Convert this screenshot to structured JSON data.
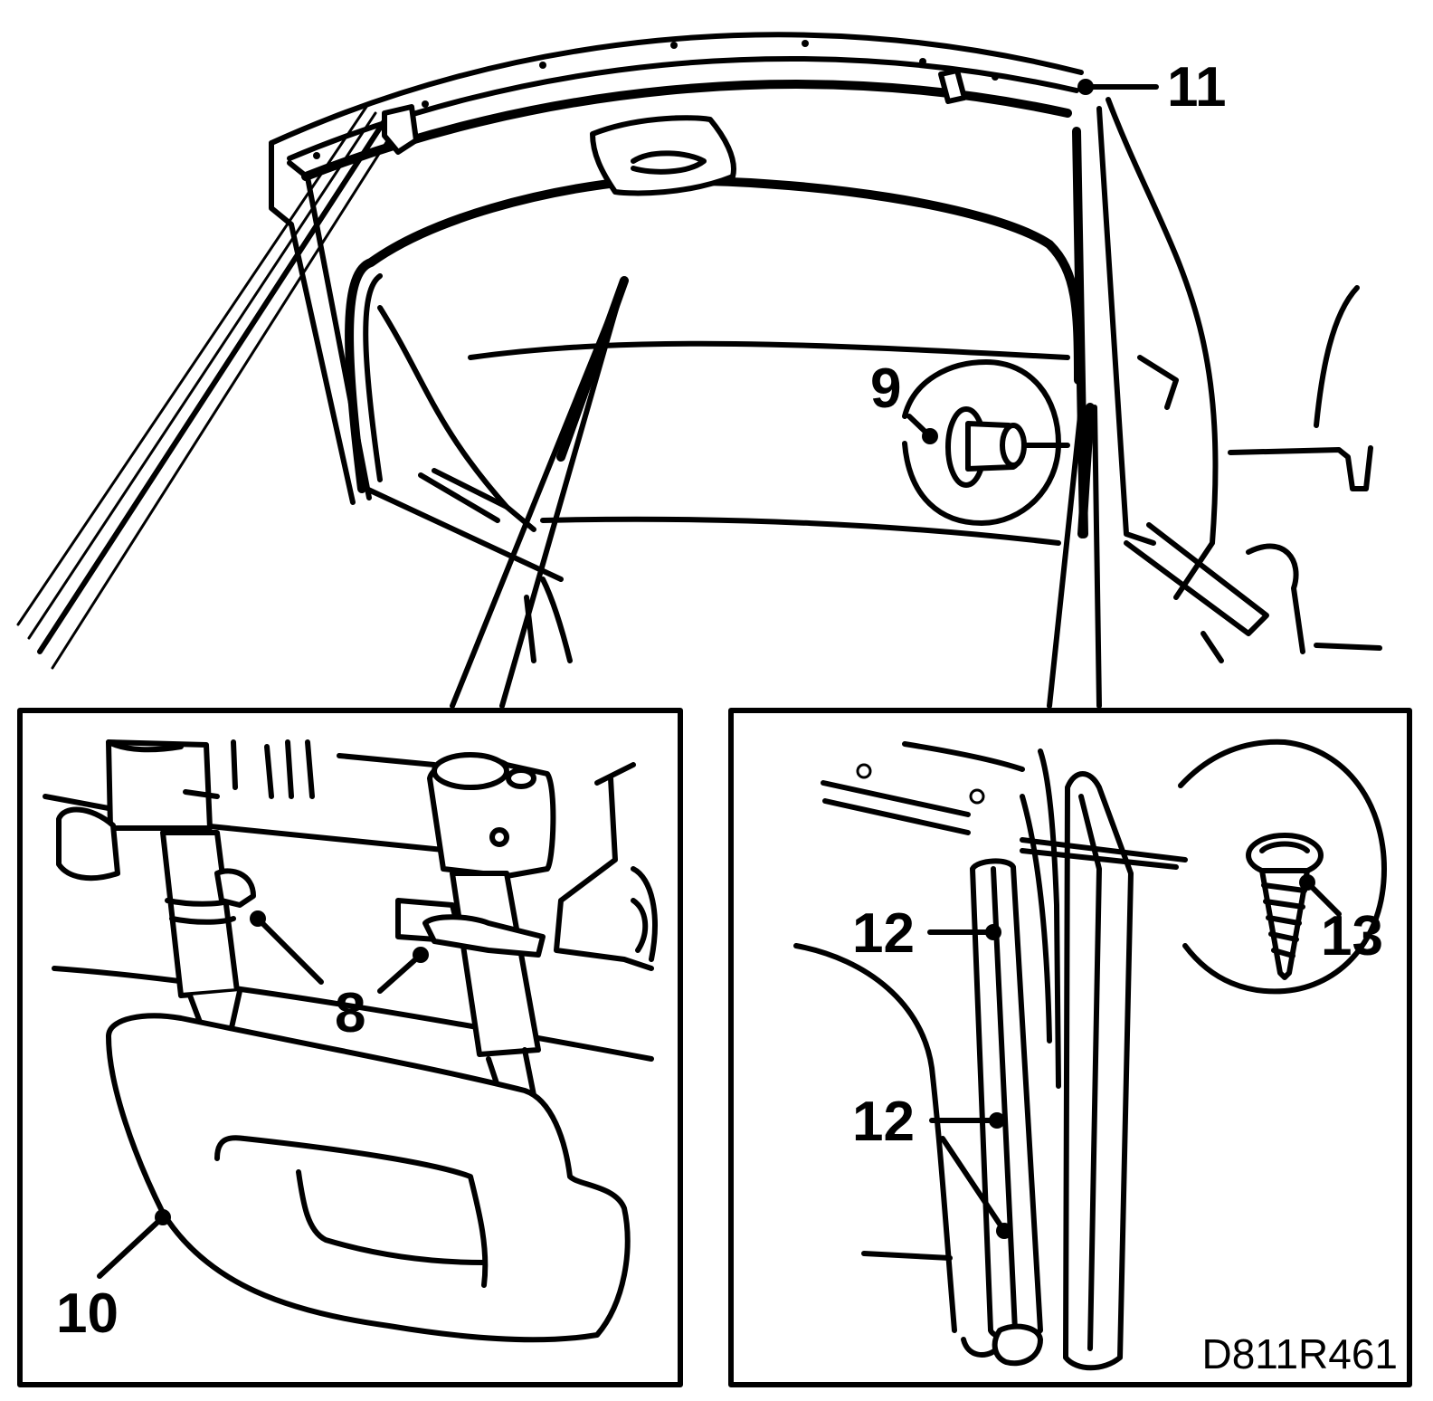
{
  "callouts": {
    "c8": "8",
    "c9": "9",
    "c10": "10",
    "c11": "11",
    "c12a": "12",
    "c12b": "12",
    "c13": "13"
  },
  "figure_code": "D811R461"
}
